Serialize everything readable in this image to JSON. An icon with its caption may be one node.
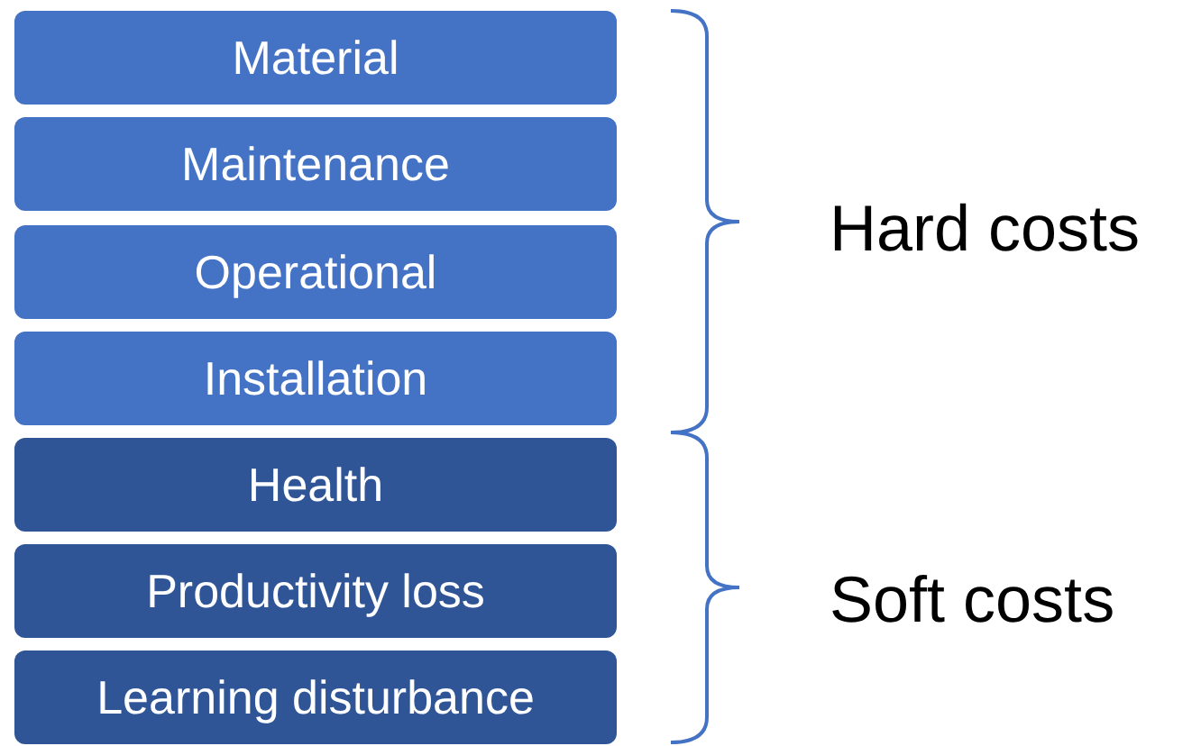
{
  "diagram": {
    "nodes": [
      {
        "text": [
          "Material"
        ]
      },
      {
        "text": [
          "Maintenance"
        ]
      },
      {
        "text": [
          "Operational"
        ]
      },
      {
        "text": [
          "Installation"
        ]
      },
      {
        "text": [
          "Health"
        ]
      },
      {
        "text": [
          "Productivity loss"
        ]
      },
      {
        "text": [
          "Learning disturbance"
        ]
      }
    ],
    "labels": [
      "Hard costs",
      "Soft costs"
    ]
  }
}
